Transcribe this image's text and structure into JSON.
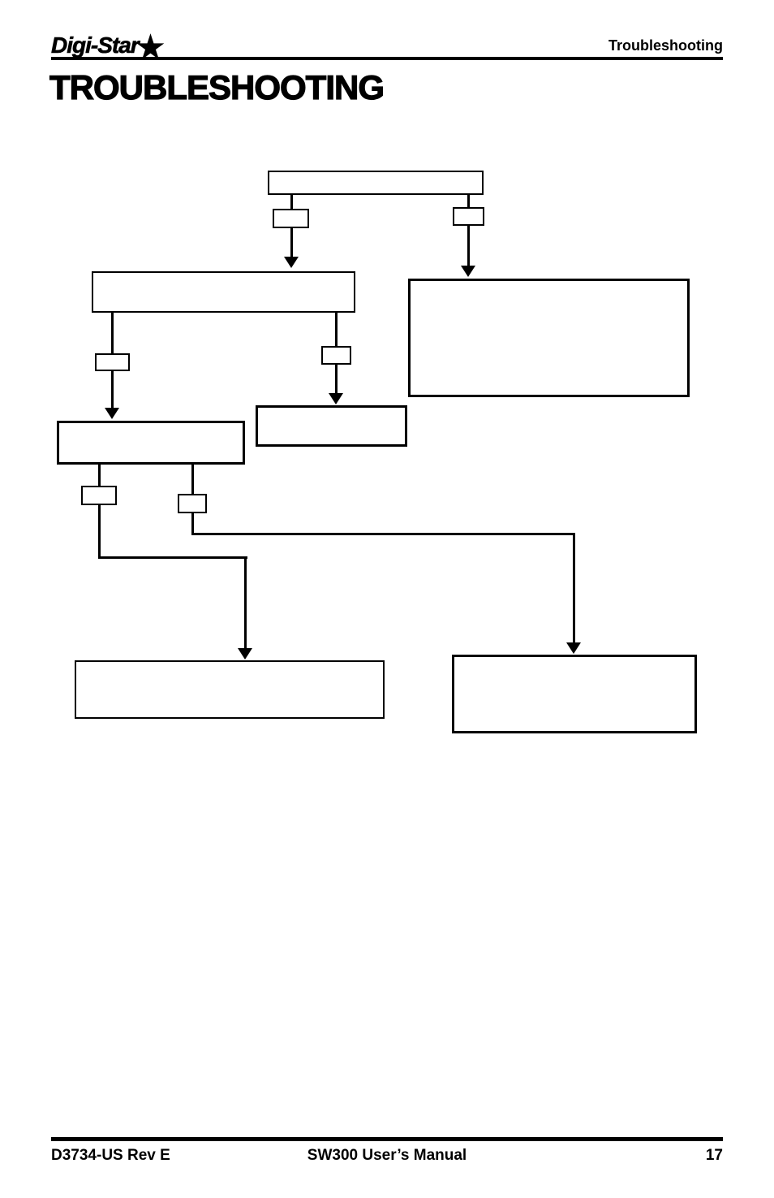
{
  "page": {
    "background": "#ffffff",
    "text_color": "#000000"
  },
  "header": {
    "logo_text": "Digi-Star",
    "logo_star": "★",
    "section_label": "Troubleshooting",
    "title": "TROUBLESHOOTING"
  },
  "flowchart": {
    "type": "flowchart",
    "note": "all flowchart boxes are rendered empty in the source page",
    "nodes": [
      {
        "id": "top-box",
        "label": ""
      },
      {
        "id": "connector-box-a",
        "label": ""
      },
      {
        "id": "connector-box-b",
        "label": ""
      },
      {
        "id": "level2-left-box",
        "label": ""
      },
      {
        "id": "level2-right-big-box",
        "label": ""
      },
      {
        "id": "connector-box-c",
        "label": ""
      },
      {
        "id": "connector-box-d",
        "label": ""
      },
      {
        "id": "level3-left-box",
        "label": ""
      },
      {
        "id": "level3-right-box",
        "label": ""
      },
      {
        "id": "connector-box-e",
        "label": ""
      },
      {
        "id": "connector-box-f",
        "label": ""
      },
      {
        "id": "bottom-left-box",
        "label": ""
      },
      {
        "id": "bottom-right-box",
        "label": ""
      }
    ]
  },
  "footer": {
    "doc_id": "D3734-US Rev E",
    "manual_title": "SW300 User’s Manual",
    "page_number": "17"
  }
}
